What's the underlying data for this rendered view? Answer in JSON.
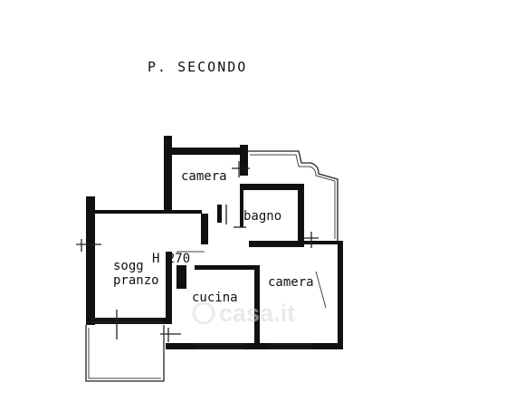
{
  "plan": {
    "floor_title": "P. SECONDO",
    "ceiling_height": "H 270",
    "rooms": {
      "camera_top": "camera",
      "bagno": "bagno",
      "soggiorno_line1": "sogg",
      "soggiorno_line2": "pranzo",
      "cucina": "cucina",
      "camera_right": "camera"
    },
    "watermark": "casa.it"
  },
  "colors": {
    "wall": "#111111",
    "background": "#ffffff",
    "watermark": "#d8d8d8"
  }
}
